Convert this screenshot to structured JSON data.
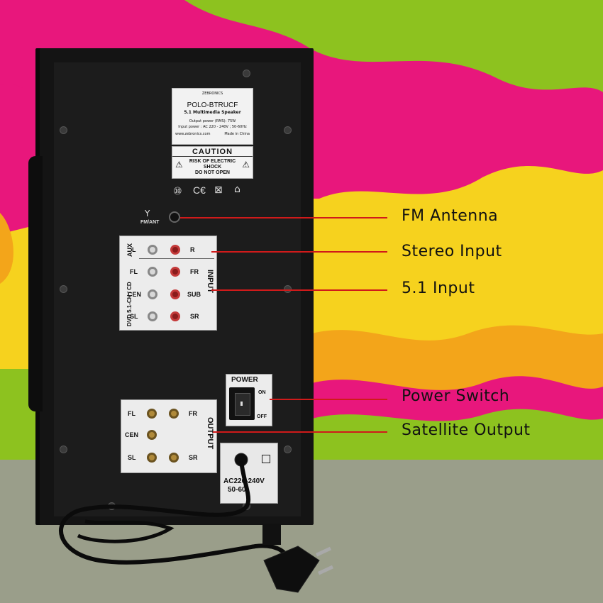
{
  "callouts": {
    "fm_antenna": "FM Antenna",
    "stereo_input": "Stereo Input",
    "input_51": "5.1 Input",
    "power_switch": "Power Switch",
    "satellite_output": "Satellite Output"
  },
  "product_label": {
    "brand": "ZEBRONICS",
    "model": "POLO-BTRUCF",
    "subtitle": "5.1 Multimedia Speaker",
    "line1": "Output power (RMS): 75W",
    "line2": "Input power : AC 220 - 240V ; 50-60Hz",
    "website": "www.zebronics.com",
    "made_in": "Made in China"
  },
  "caution": {
    "title": "CAUTION",
    "line1": "RISK OF ELECTRIC",
    "line2": "SHOCK",
    "line3": "DO NOT OPEN"
  },
  "fm_ant_label": "FM/ANT",
  "input_panel": {
    "title": "INPUT",
    "aux_label": "AUX",
    "dvd_label": "DVD 5.1-CH / CD",
    "rows": [
      {
        "left": "L",
        "right": "R"
      },
      {
        "left": "FL",
        "right": "FR"
      },
      {
        "left": "CEN",
        "right": "SUB"
      },
      {
        "left": "SL",
        "right": "SR"
      }
    ]
  },
  "power_panel": {
    "title": "POWER",
    "on": "ON",
    "off": "OFF"
  },
  "output_panel": {
    "title": "OUTPUT",
    "rows": [
      {
        "left": "FL",
        "right": "FR"
      },
      {
        "left": "CEN",
        "right": ""
      },
      {
        "left": "SL",
        "right": "SR"
      }
    ]
  },
  "ac_label": {
    "line1": "AC220-240V",
    "line2": "50-60"
  },
  "colors": {
    "callout_line": "#d01a1a",
    "bg_green": "#8dc21f",
    "bg_magenta": "#e8177c",
    "bg_yellow": "#f6d21e",
    "bg_floor": "#9a9e8a"
  }
}
